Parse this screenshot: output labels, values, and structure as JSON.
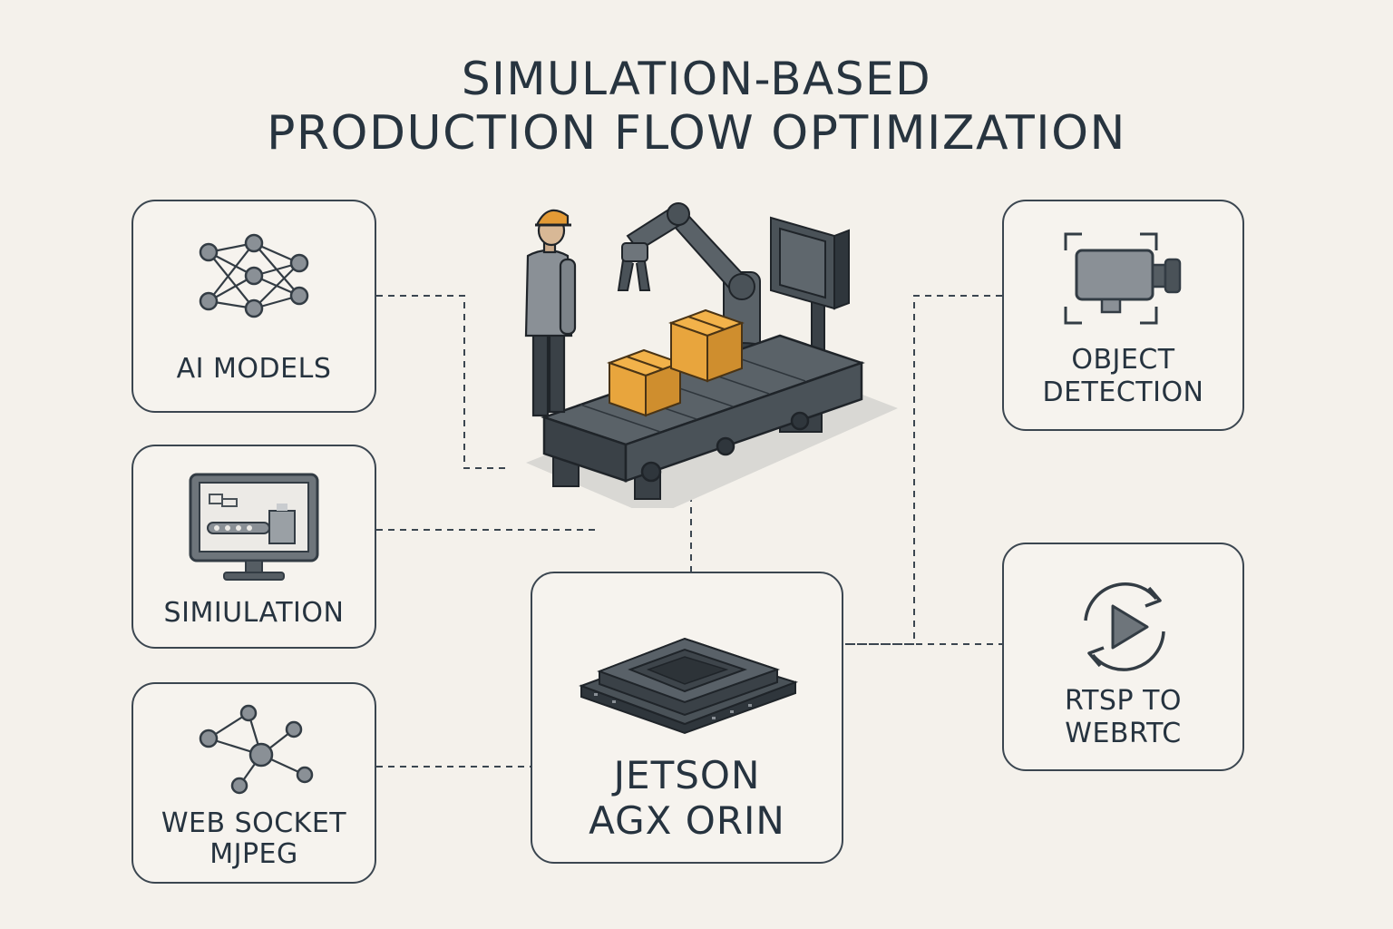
{
  "title": {
    "line1": "SIMULATION-BASED",
    "line2": "PRODUCTION FLOW OPTIMIZATION"
  },
  "nodes": {
    "ai_models": {
      "label": "AI MODELS",
      "icon": "neural-network-icon"
    },
    "simulation": {
      "label": "SIMIULATION",
      "icon": "monitor-icon"
    },
    "websocket": {
      "line1": "WEB SOCKET",
      "line2": "MJPEG",
      "icon": "network-graph-icon"
    },
    "jetson": {
      "line1": "JETSON",
      "line2": "AGX ORIN",
      "icon": "chip-module-icon"
    },
    "object_detection": {
      "line1": "OBJECT",
      "line2": "DETECTION",
      "icon": "camera-icon"
    },
    "rtsp": {
      "line1": "RTSP TO",
      "line2": "WEBRTC",
      "icon": "play-refresh-icon"
    }
  },
  "colors": {
    "background": "#f4f1eb",
    "ink": "#27343f",
    "box_orange": "#e8a53d",
    "helmet_orange": "#e39a35",
    "machine_gray": "#4a5258"
  }
}
